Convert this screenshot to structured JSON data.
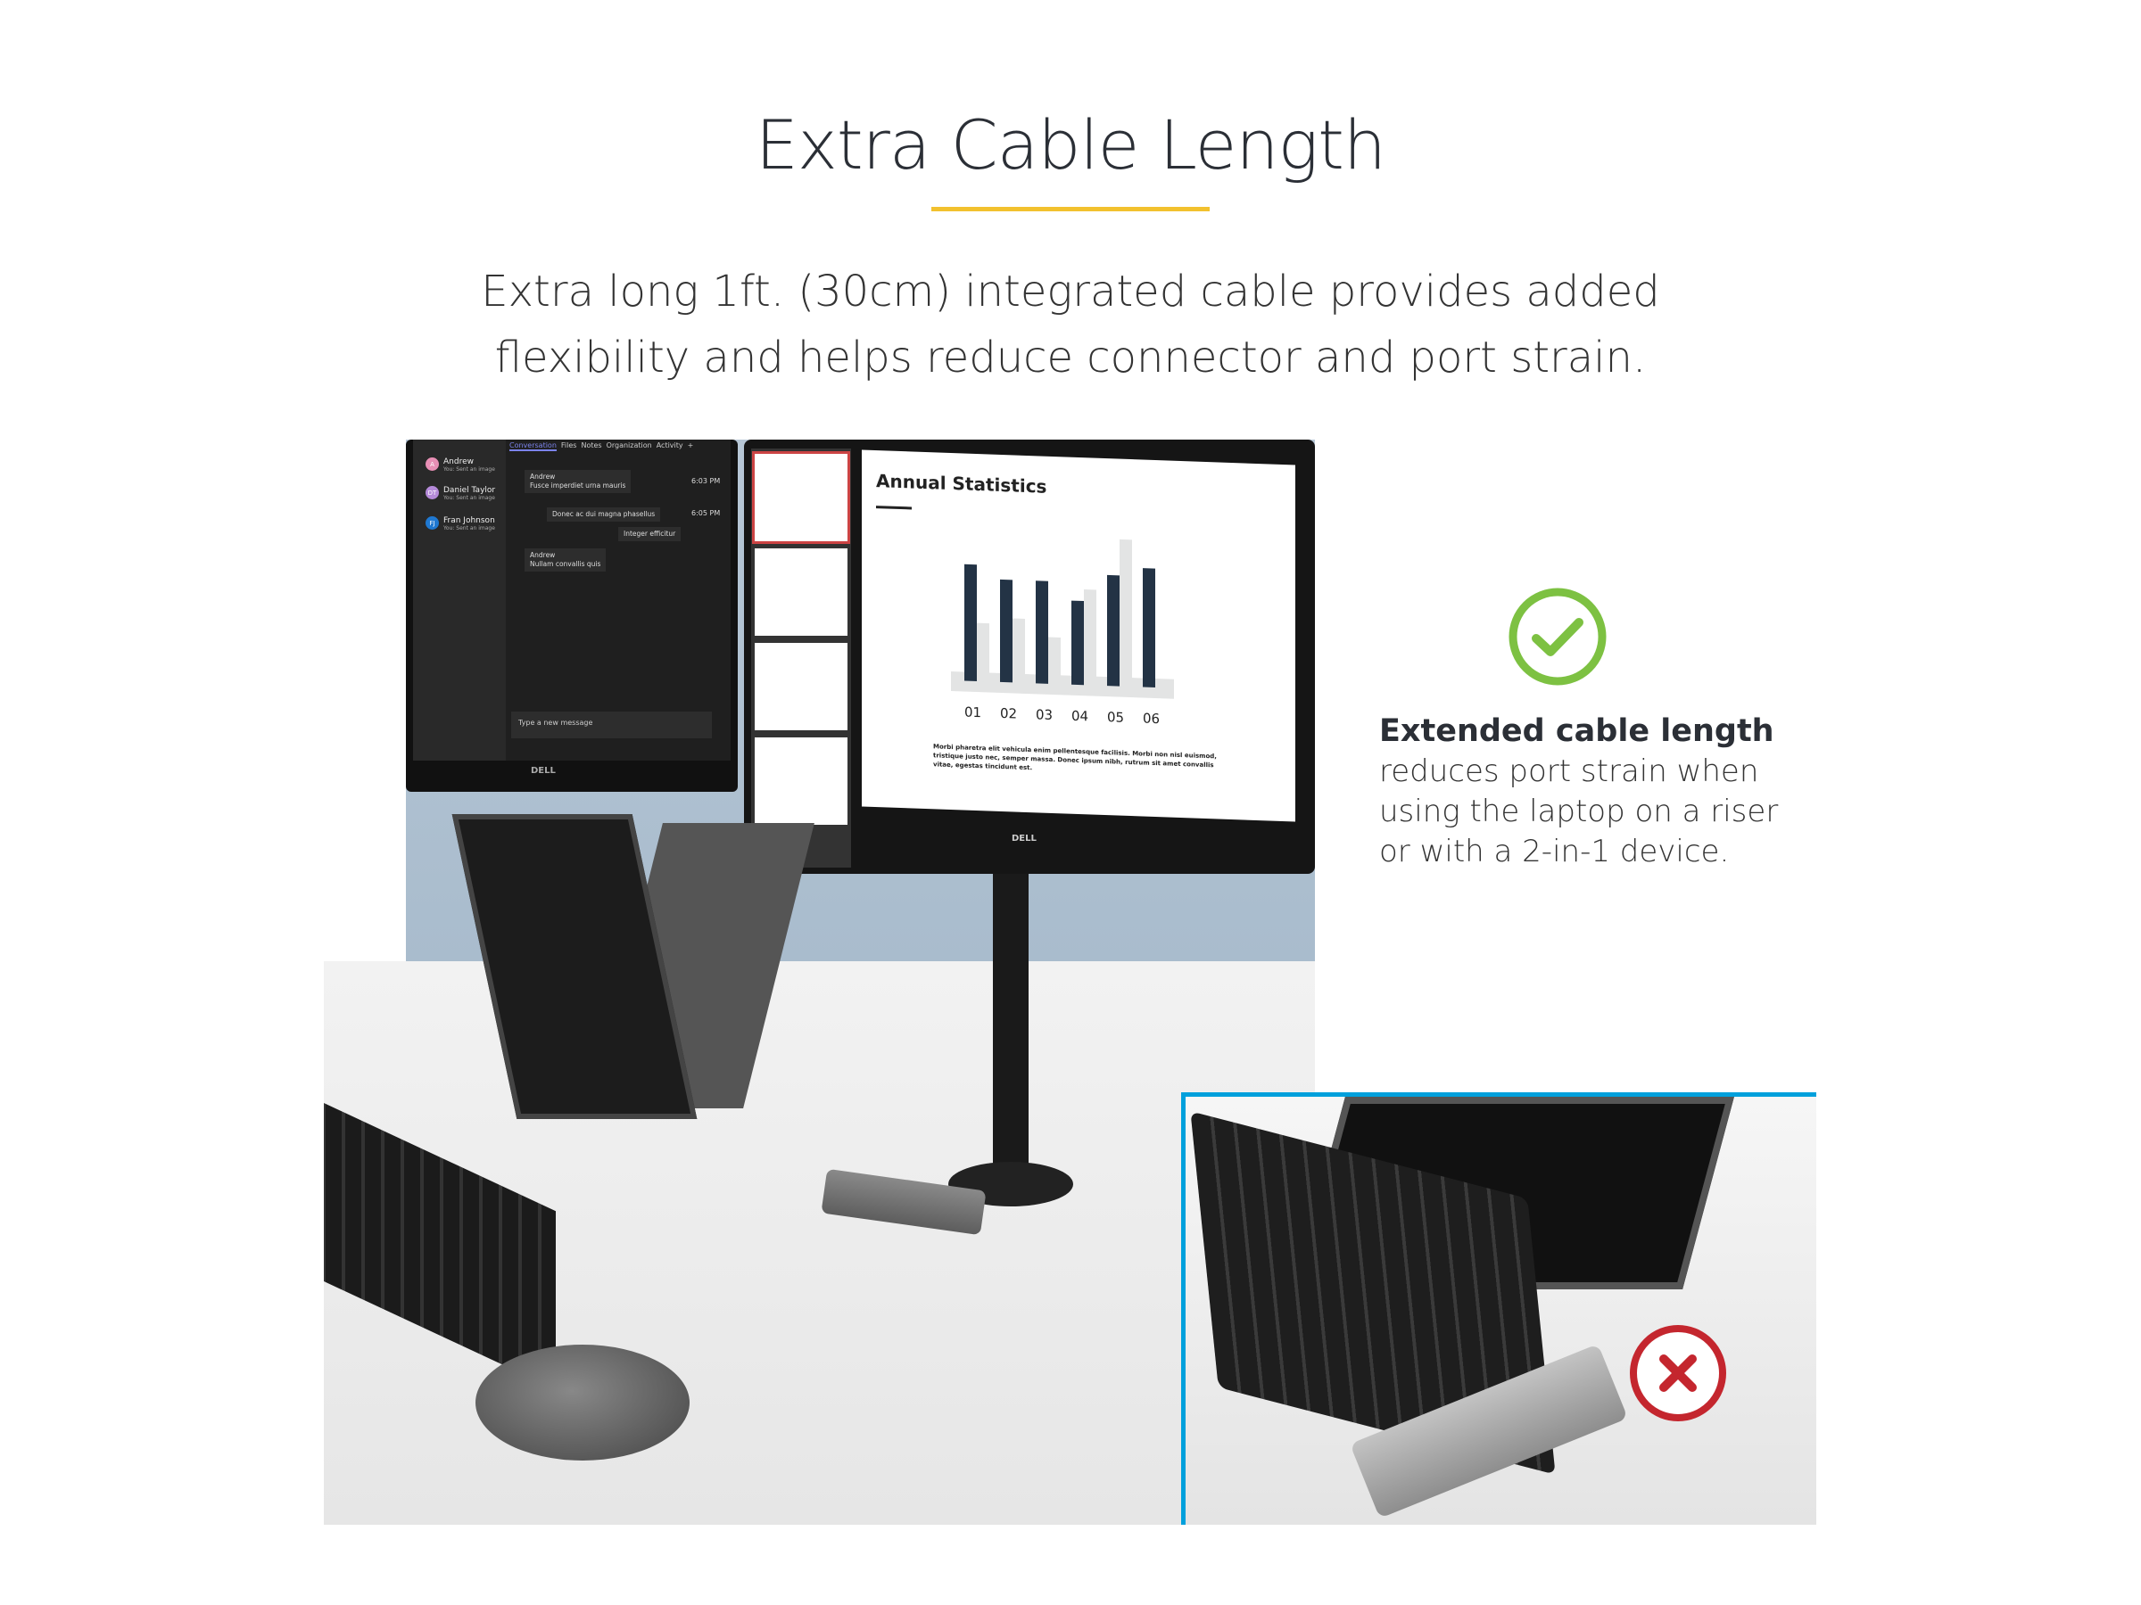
{
  "header": {
    "title": "Extra Cable Length",
    "subtitle_lines": [
      "Extra long 1ft. (30cm) integrated cable provides added",
      "flexibility and helps reduce connector and port strain."
    ]
  },
  "colors": {
    "accent_underline": "#f2c12e",
    "check_green": "#7dc142",
    "x_red": "#c4262e",
    "inset_border": "#00a0dc"
  },
  "callout": {
    "icon": "check-circle-icon",
    "heading": "Extended cable length",
    "lines": [
      "reduces port strain when",
      "using the laptop on a riser",
      "or with a 2-in-1 device."
    ]
  },
  "inset": {
    "icon": "x-circle-icon"
  },
  "left_monitor": {
    "brand": "DELL",
    "tabs": [
      "Conversation",
      "Files",
      "Notes",
      "Organization",
      "Activity",
      "+"
    ],
    "contacts": [
      {
        "initials": "A",
        "name": "Andrew",
        "sub": "You: Sent an image",
        "color": "#e88fb5"
      },
      {
        "initials": "DT",
        "name": "Daniel Taylor",
        "sub": "You: Sent an image",
        "color": "#b58ad9"
      },
      {
        "initials": "FJ",
        "name": "Fran Johnson",
        "sub": "You: Sent an image",
        "color": "#1f78d1"
      }
    ],
    "messages": [
      {
        "sender": "Andrew",
        "text": "Fusce imperdiet urna mauris",
        "time": "6:03 PM"
      },
      {
        "text": "Donec ac dui magna phasellus",
        "time": "6:05 PM"
      },
      {
        "text": "Integer efficitur"
      },
      {
        "sender": "Andrew",
        "text": "Nullam convallis quis"
      }
    ],
    "compose_placeholder": "Type a new message"
  },
  "right_monitor": {
    "brand": "DELL",
    "slide": {
      "title": "Annual Statistics",
      "body": "Morbi pharetra elit vehicula enim pellentesque facilisis. Morbi non nisl euismod, tristique justo nec, semper massa. Donec ipsum nibh, rutrum sit amet convallis vitae, egestas tincidunt est."
    }
  },
  "chart_data": {
    "type": "bar",
    "title": "Annual Statistics",
    "categories": [
      "01",
      "02",
      "03",
      "04",
      "05",
      "06"
    ],
    "series": [
      {
        "color": "#233345",
        "values": [
          100,
          88,
          88,
          72,
          95,
          102
        ]
      },
      {
        "color": "#e3e4e4",
        "values": [
          50,
          55,
          40,
          82,
          126,
          0
        ]
      }
    ]
  }
}
